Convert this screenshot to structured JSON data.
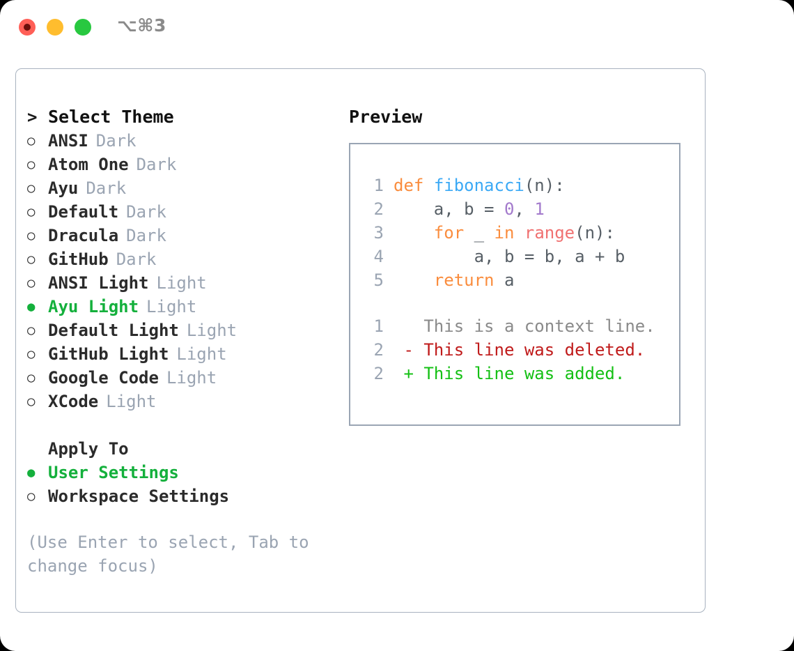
{
  "titlebar": {
    "shortcut": "⌥⌘3",
    "buttons": {
      "close": "close",
      "minimize": "minimize",
      "maximize": "maximize"
    }
  },
  "theme_picker": {
    "heading": "Select Theme",
    "caret": ">",
    "marker_selected": "●",
    "marker_unselected": "○",
    "themes": [
      {
        "name": "ANSI",
        "variant": "Dark",
        "selected": false
      },
      {
        "name": "Atom One",
        "variant": "Dark",
        "selected": false
      },
      {
        "name": "Ayu",
        "variant": "Dark",
        "selected": false
      },
      {
        "name": "Default",
        "variant": "Dark",
        "selected": false
      },
      {
        "name": "Dracula",
        "variant": "Dark",
        "selected": false
      },
      {
        "name": "GitHub",
        "variant": "Dark",
        "selected": false
      },
      {
        "name": "ANSI Light",
        "variant": "Light",
        "selected": false
      },
      {
        "name": "Ayu Light",
        "variant": "Light",
        "selected": true
      },
      {
        "name": "Default Light",
        "variant": "Light",
        "selected": false
      },
      {
        "name": "GitHub Light",
        "variant": "Light",
        "selected": false
      },
      {
        "name": "Google Code",
        "variant": "Light",
        "selected": false
      },
      {
        "name": "XCode",
        "variant": "Light",
        "selected": false
      }
    ]
  },
  "apply_to": {
    "heading": "Apply To",
    "options": [
      {
        "label": "User Settings",
        "selected": true
      },
      {
        "label": "Workspace Settings",
        "selected": false
      }
    ]
  },
  "hint": "(Use Enter to select, Tab to change focus)",
  "preview": {
    "title": "Preview",
    "code_lines": [
      {
        "no": "1",
        "tokens": [
          {
            "t": "def",
            "c": "kw"
          },
          {
            "t": " ",
            "c": "txt"
          },
          {
            "t": "fibonacci",
            "c": "fn"
          },
          {
            "t": "(n):",
            "c": "txt"
          }
        ]
      },
      {
        "no": "2",
        "tokens": [
          {
            "t": "    a, b = ",
            "c": "txt"
          },
          {
            "t": "0",
            "c": "num"
          },
          {
            "t": ", ",
            "c": "txt"
          },
          {
            "t": "1",
            "c": "num"
          }
        ]
      },
      {
        "no": "3",
        "tokens": [
          {
            "t": "    ",
            "c": "txt"
          },
          {
            "t": "for",
            "c": "kw"
          },
          {
            "t": " _ ",
            "c": "txt"
          },
          {
            "t": "in",
            "c": "kw"
          },
          {
            "t": " ",
            "c": "txt"
          },
          {
            "t": "range",
            "c": "call"
          },
          {
            "t": "(n):",
            "c": "txt"
          }
        ]
      },
      {
        "no": "4",
        "tokens": [
          {
            "t": "        a, b = b, a + b",
            "c": "txt"
          }
        ]
      },
      {
        "no": "5",
        "tokens": [
          {
            "t": "    ",
            "c": "txt"
          },
          {
            "t": "return",
            "c": "kw"
          },
          {
            "t": " a",
            "c": "txt"
          }
        ]
      }
    ],
    "diff_lines": [
      {
        "no": "1",
        "marker": " ",
        "text": " This is a context line.",
        "kind": "context"
      },
      {
        "no": "2",
        "marker": "-",
        "text": " This line was deleted.",
        "kind": "deleted"
      },
      {
        "no": "2",
        "marker": "+",
        "text": " This line was added.",
        "kind": "added"
      }
    ]
  },
  "colors": {
    "selected_green": "#14b03c",
    "muted": "#9aa4b2",
    "keyword_orange": "#fa8d3e",
    "function_blue": "#3ba9f5",
    "number_purple": "#a37acc",
    "call_red": "#f07171",
    "diff_deleted": "#c01b1b",
    "diff_added": "#14c014",
    "border": "#9aa5b4"
  }
}
